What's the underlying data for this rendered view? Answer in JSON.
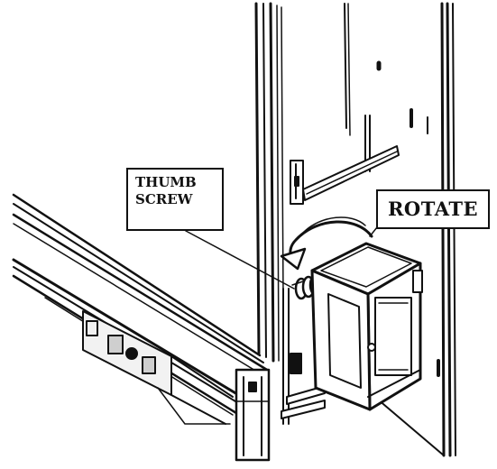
{
  "labels": {
    "thumb_screw_line1": "THUMB",
    "thumb_screw_line2": "SCREW",
    "rotate": "ROTATE"
  },
  "colors": {
    "ink": "#111111",
    "background": "#ffffff",
    "shading": "#cfcfcf"
  }
}
